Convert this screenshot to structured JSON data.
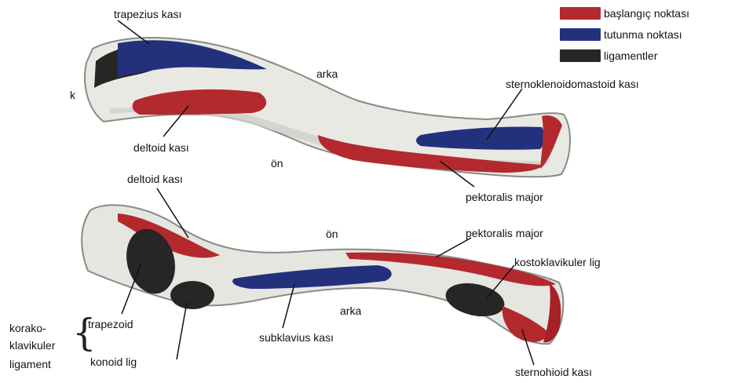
{
  "legend": [
    {
      "label": "başlangıç noktası",
      "color": "#b3292e"
    },
    {
      "label": "tutunma noktası",
      "color": "#23317d"
    },
    {
      "label": "ligamentler",
      "color": "#262626"
    }
  ],
  "top_view": {
    "trapezius": "trapezius kası",
    "k": "k",
    "arka": "arka",
    "scm": "sternoklenoidomastoid kası",
    "deltoid": "deltoid kası",
    "on": "ön",
    "pectoralis": "pektoralis major"
  },
  "bottom_view": {
    "deltoid": "deltoid kası",
    "on": "ön",
    "pectoralis": "pektoralis major",
    "costoclavicular": "kostoklavikuler lig",
    "trapezoid": "trapezoid",
    "arka": "arka",
    "subclavius": "subklavius kası",
    "coracoclavicular_line1": "korako-",
    "coracoclavicular_line2": "klavikuler",
    "coracoclavicular_line3": "ligament",
    "conoid": "konoid lig",
    "sternohyoid": "sternohioid kası"
  }
}
